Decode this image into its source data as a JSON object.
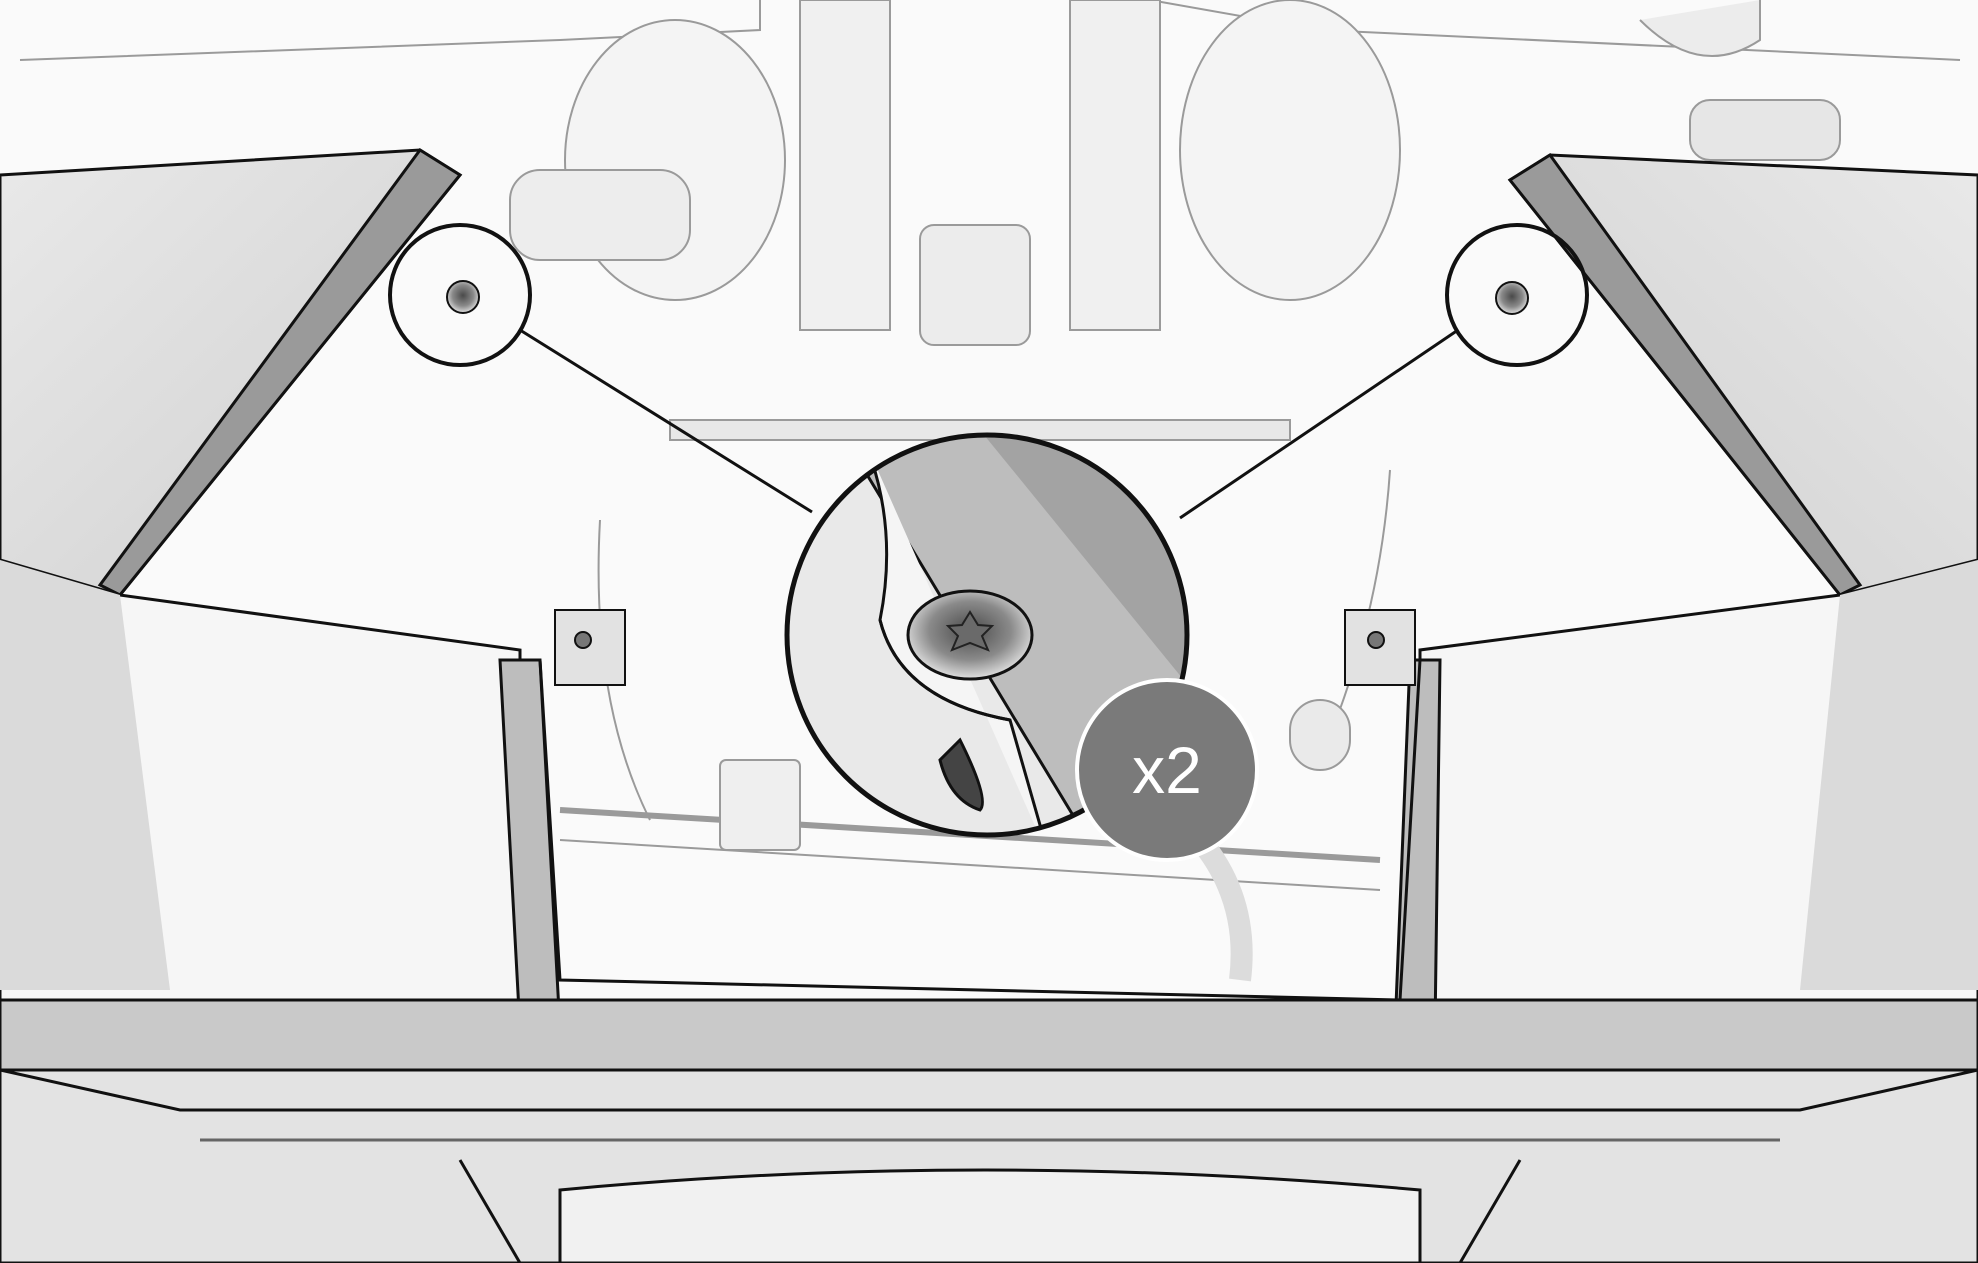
{
  "callout": {
    "quantity_label": "x2",
    "fastener": "torx-bolt",
    "count": 2
  },
  "colors": {
    "line": "#111111",
    "badge": "#7a7a7a",
    "panel_light": "#f2f2f2",
    "panel_mid": "#d6d6d6",
    "panel_dark": "#a8a8a8"
  }
}
